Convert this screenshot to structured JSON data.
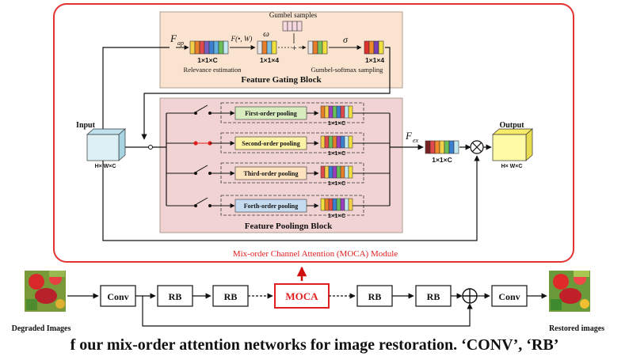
{
  "gating": {
    "title": "Feature Gating  Block",
    "f_in_main": "F",
    "f_in_sub": "ap",
    "func": "F(•, W)",
    "omega": "ω",
    "sigma": "σ",
    "gumbel_samples": "Gumbel samples",
    "relevance": "Relevance estimation",
    "gumbel_softmax": "Gumbel-softmax sampling",
    "dim_c": "1×1×C",
    "dim_4": "1×1×4",
    "dim_4b": "1×1×4"
  },
  "pooling": {
    "title": "Feature Poolingn Block",
    "branches": [
      {
        "label": "First-order pooling",
        "color": "#d8ecc0",
        "dim": "1×1×C"
      },
      {
        "label": "Second-order pooling",
        "color": "#fbf2a6",
        "dim": "1×1×C"
      },
      {
        "label": "Third-order pooling",
        "color": "#fde3bf",
        "dim": "1×1×C"
      },
      {
        "label": "Forth-order pooling",
        "color": "#c5dcf0",
        "dim": "1×1×C"
      }
    ],
    "fex_main": "F",
    "fex_sub": "ex",
    "fex_dim": "1×1×C"
  },
  "io": {
    "input": "Input",
    "input_dim": "H× W×C",
    "output": "Output",
    "output_dim": "H× W×C"
  },
  "module_label": "Mix-order Channel Attention (MOCA) Module",
  "pipeline": {
    "degraded": "Degraded Images",
    "restored": "Restored images",
    "conv1": "Conv",
    "rb1": "RB",
    "rb2": "RB",
    "moca": "MOCA",
    "rb3": "RB",
    "rb4": "RB",
    "conv2": "Conv"
  },
  "caption": "f our mix-order attention networks for image restoration. ‘CONV’, ‘RB’",
  "colors": {
    "module_border": "#e23232",
    "gating_fill": "#fbe4cf",
    "pooling_fill": "#f2d3d3",
    "moca_text": "#e02020",
    "cube_input": "#dcf0f6",
    "cube_output": "#fffaa6"
  }
}
